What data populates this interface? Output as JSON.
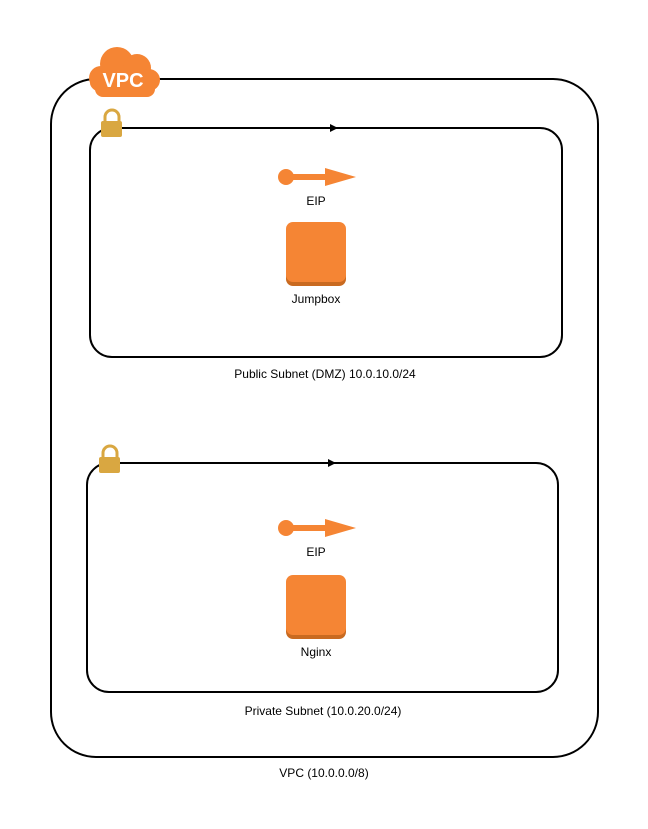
{
  "vpc": {
    "badge": "VPC",
    "label": "VPC (10.0.0.0/8)"
  },
  "public_subnet": {
    "label": "Public Subnet (DMZ) 10.0.10.0/24",
    "eip_label": "EIP",
    "instance_label": "Jumpbox"
  },
  "private_subnet": {
    "label": "Private Subnet (10.0.20.0/24)",
    "eip_label": "EIP",
    "instance_label": "Nginx"
  },
  "colors": {
    "aws_orange": "#F58534",
    "lock_gold": "#D9A741",
    "outline": "#000000"
  },
  "icons": [
    "cloud-icon",
    "lock-icon",
    "elastic-ip-icon",
    "ec2-instance-icon"
  ]
}
